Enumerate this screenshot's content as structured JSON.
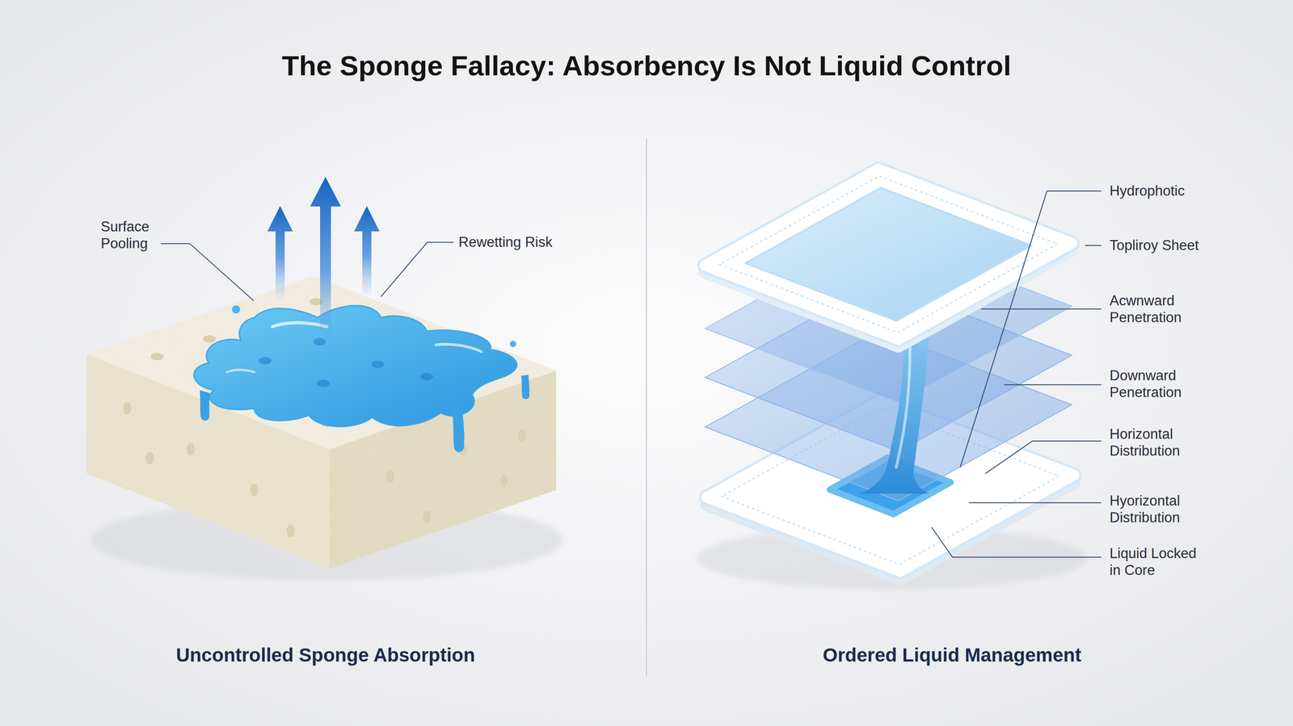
{
  "diagram": {
    "title": "The Sponge Fallacy: Absorbency Is Not Liquid Control",
    "labels": [
      "Surface Pooling",
      "Rewetting Risk",
      "Uncontrolled Sponge Absorption",
      "Hydrophotic",
      "Topliroy Sheet",
      "Acwnward Penetration",
      "Downward Penetration",
      "Horizontal Distribution",
      "Hyorizontal Distribution",
      "Liquid Locked in Core",
      "Ordered Liquid Management"
    ]
  }
}
